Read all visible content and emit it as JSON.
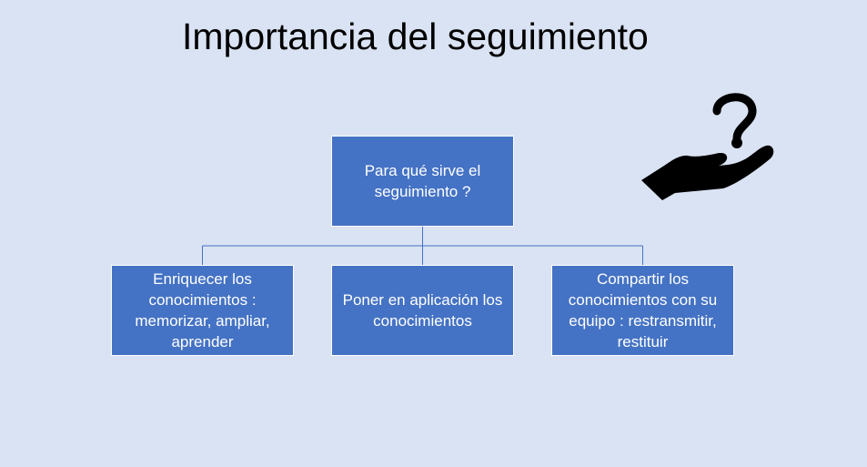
{
  "slide": {
    "title": "Importancia del seguimiento"
  },
  "diagram": {
    "root": "Para qué sirve el seguimiento ?",
    "children": [
      "Enriquecer los conocimientos : memorizar, ampliar, aprender",
      "Poner en aplicación los conocimientos",
      "Compartir los conocimientos con su equipo : restransmitir, restituir"
    ]
  },
  "colors": {
    "background": "#dae3f3",
    "node_fill": "#4472c4",
    "connector": "#4472c4",
    "text_on_node": "#ffffff",
    "icon": "#000000"
  },
  "icons": {
    "decorative": "hand-question-icon"
  }
}
